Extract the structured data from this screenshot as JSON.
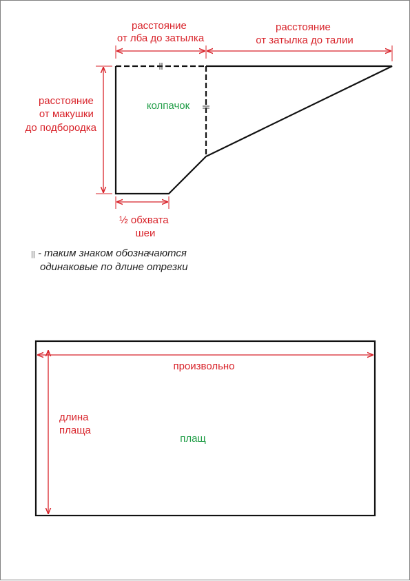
{
  "hood": {
    "label": "колпачок",
    "dim_top_left": [
      "расстояние",
      "от лба до затылка"
    ],
    "dim_top_right": [
      "расстояние",
      "от затылка до талии"
    ],
    "dim_left": [
      "расстояние",
      "от макушки",
      "до подбородка"
    ],
    "dim_bottom": [
      "½ обхвата",
      "шеи"
    ]
  },
  "legend": {
    "mark": "||",
    "line1": "- таким знаком обозначаются",
    "line2": "одинаковые по длине отрезки"
  },
  "cloak": {
    "label": "плащ",
    "dim_top": "произвольно",
    "dim_left": [
      "длина",
      "плаща"
    ]
  },
  "colors": {
    "dimension": "#d8232a",
    "part_label": "#1e9c45",
    "outline": "#111111"
  }
}
